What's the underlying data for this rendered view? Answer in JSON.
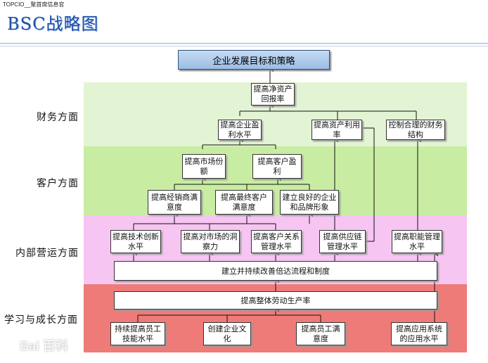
{
  "header": {
    "topline": "TOPCIO__聚首席信息官",
    "title": "BSC战略图"
  },
  "goal": "企业发展目标和策略",
  "perspectives": [
    {
      "label": "财务方面",
      "color": "#e2f4d3"
    },
    {
      "label": "客户方面",
      "color": "#c8eda2"
    },
    {
      "label": "内部营运方面",
      "color": "#f6c5f2"
    },
    {
      "label": "学习与成长方面",
      "color": "#ef7b78"
    }
  ],
  "financial": {
    "roe": "提高净资产回报率",
    "profit": "提高企业盈利水平",
    "asset_util": "提高资产利用率",
    "structure": "控制合理的财务结构"
  },
  "customer": {
    "market_share": "提高市场份额",
    "customer_profit": "提高客户盈利",
    "dealer_satisfaction": "提高经销商满意度",
    "end_customer_satisfaction": "提高最终客户满意度",
    "brand": "建立良好的企业和品牌形象"
  },
  "internal": {
    "tech_innovation": "提高技术创新水平",
    "market_insight": "提高对市场的洞察力",
    "crm": "提高客户关系管理水平",
    "supply_chain": "提高供应链管理水平",
    "functional": "提高职能管理水平",
    "process": "建立并持续改善倍达流程和制度"
  },
  "learning": {
    "productivity": "提高整体劳动生产率",
    "skills": "持续提高员工技能水平",
    "culture": "创建企业文化",
    "satisfaction": "提高员工满意度",
    "systems": "提高应用系统的应用水平"
  },
  "watermark": "Bai 百科"
}
